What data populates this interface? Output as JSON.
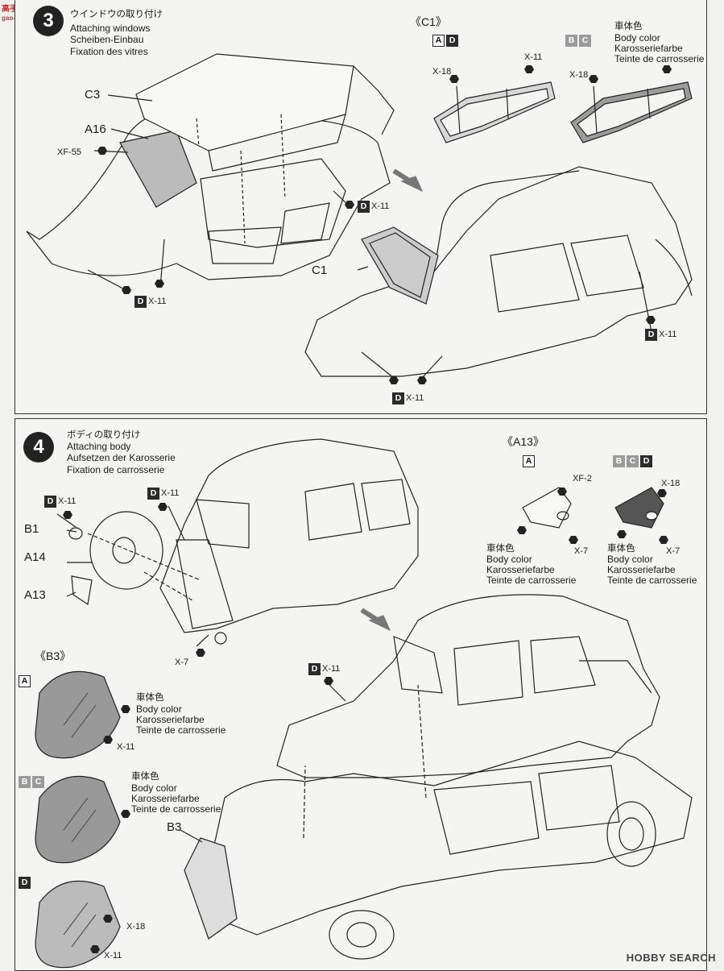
{
  "watermark_site": {
    "logo_chars": "高手网",
    "url": "gao-shou.net"
  },
  "step3": {
    "number": "3",
    "title_jp": "ウインドウの取り付け",
    "title_en": "Attaching windows",
    "title_de": "Scheiben-Einbau",
    "title_fr": "Fixation des vitres",
    "labels": {
      "c3": "C3",
      "a16": "A16",
      "c1": "C1"
    },
    "paint": {
      "xf55": "XF-55",
      "x11": "X-11",
      "x18": "X-18",
      "d": "D"
    },
    "c1_header": "《C1》",
    "versions_ad": [
      "A",
      "D"
    ],
    "versions_bc": [
      "B",
      "C"
    ],
    "body_color": {
      "jp": "車体色",
      "en": "Body color",
      "de": "Karosseriefarbe",
      "fr": "Teinte de carrosserie"
    }
  },
  "step4": {
    "number": "4",
    "title_jp": "ボディの取り付け",
    "title_en": "Attaching body",
    "title_de": "Aufsetzen der Karosserie",
    "title_fr": "Fixation de carrosserie",
    "labels": {
      "b1": "B1",
      "a14": "A14",
      "a13": "A13",
      "b3": "B3"
    },
    "paint": {
      "x11": "X-11",
      "x7": "X-7",
      "xf2": "XF-2",
      "x18": "X-18",
      "d": "D"
    },
    "a13_header": "《A13》",
    "b3_header": "《B3》",
    "versions_a": [
      "A"
    ],
    "versions_bcd": [
      "B",
      "C",
      "D"
    ],
    "versions_bc": [
      "B",
      "C"
    ],
    "versions_d": [
      "D"
    ],
    "body_color": {
      "jp": "車体色",
      "en": "Body color",
      "de": "Karosseriefarbe",
      "fr": "Teinte de carrosserie"
    }
  },
  "footer_watermark": "HOBBY SEARCH",
  "colors": {
    "ink": "#1a1a1a",
    "paper": "#f4f4f2",
    "grey_version": "#9a9a9a"
  }
}
